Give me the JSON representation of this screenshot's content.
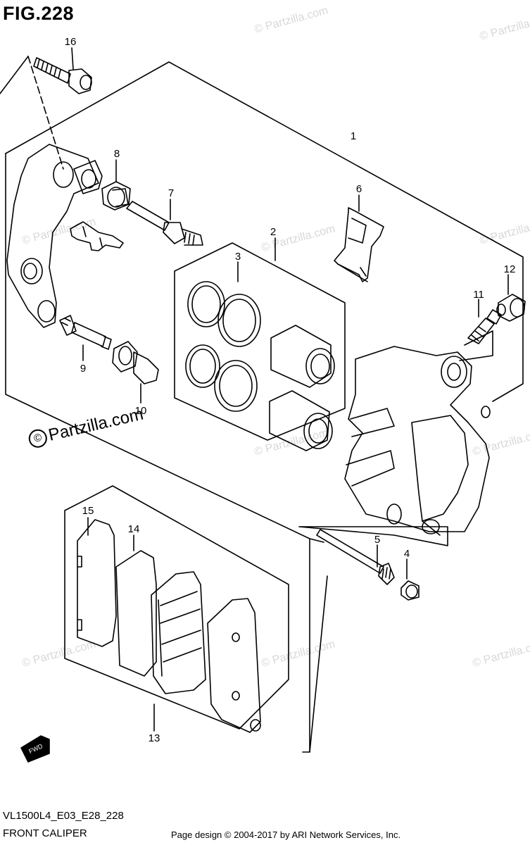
{
  "figure": {
    "title": "FIG.228",
    "model_code": "VL1500L4_E03_E28_228",
    "caption": "FRONT CALIPER",
    "credit": "Page design © 2004-2017 by ARI Network Services, Inc.",
    "brand": "Partzilla.com",
    "brand_symbol": "©",
    "fwd_label": "FWD"
  },
  "watermark_text": "© Partzilla.com",
  "callouts": [
    {
      "id": "callout-16",
      "label": "16"
    },
    {
      "id": "callout-1",
      "label": "1"
    },
    {
      "id": "callout-8",
      "label": "8"
    },
    {
      "id": "callout-7",
      "label": "7"
    },
    {
      "id": "callout-6",
      "label": "6"
    },
    {
      "id": "callout-2",
      "label": "2"
    },
    {
      "id": "callout-3",
      "label": "3"
    },
    {
      "id": "callout-12",
      "label": "12"
    },
    {
      "id": "callout-11",
      "label": "11"
    },
    {
      "id": "callout-9",
      "label": "9"
    },
    {
      "id": "callout-10",
      "label": "10"
    },
    {
      "id": "callout-15",
      "label": "15"
    },
    {
      "id": "callout-14",
      "label": "14"
    },
    {
      "id": "callout-5",
      "label": "5"
    },
    {
      "id": "callout-4",
      "label": "4"
    },
    {
      "id": "callout-13",
      "label": "13"
    }
  ],
  "colors": {
    "line": "#000000",
    "watermark": "#d8d8d8",
    "background": "#ffffff"
  }
}
